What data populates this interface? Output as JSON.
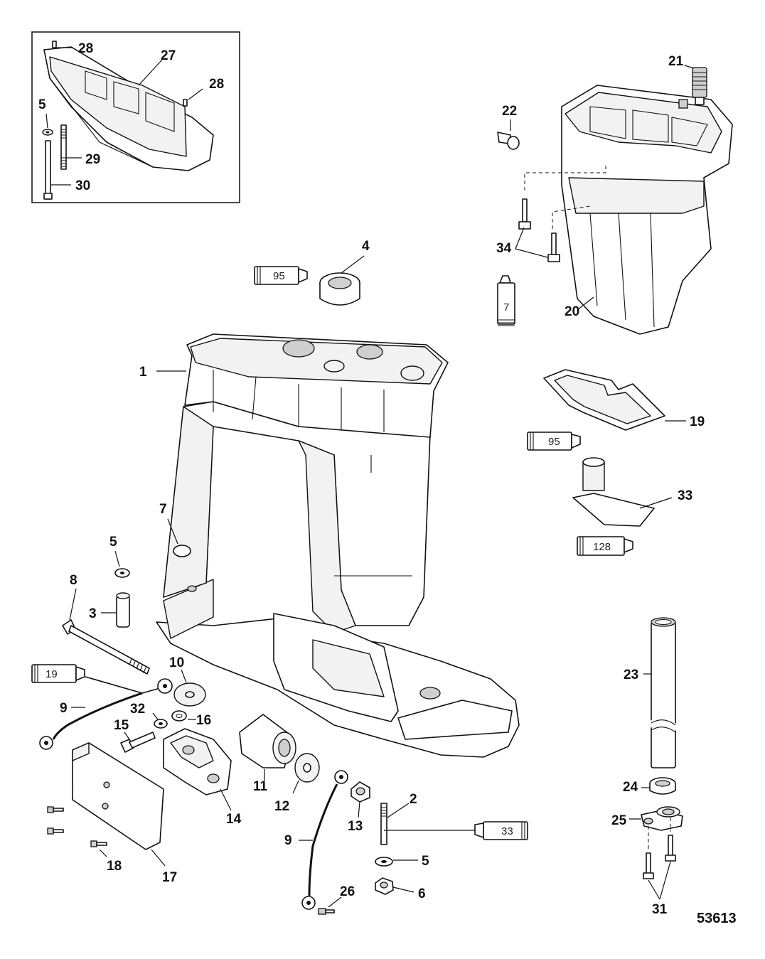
{
  "diagram": {
    "drawing_number": "53613",
    "part_labels": {
      "l1": "1",
      "l2": "2",
      "l3": "3",
      "l4": "4",
      "l5a": "5",
      "l5b": "5",
      "l5c": "5",
      "l6": "6",
      "l7": "7",
      "l8": "8",
      "l9a": "9",
      "l9b": "9",
      "l10": "10",
      "l11": "11",
      "l12": "12",
      "l13": "13",
      "l14": "14",
      "l15": "15",
      "l16": "16",
      "l17": "17",
      "l18": "18",
      "l19": "19",
      "l20": "20",
      "l21": "21",
      "l22": "22",
      "l23": "23",
      "l24": "24",
      "l25": "25",
      "l26": "26",
      "l27": "27",
      "l28a": "28",
      "l28b": "28",
      "l29": "29",
      "l30": "30",
      "l31": "31",
      "l32": "32",
      "l33": "33",
      "l34": "34"
    },
    "tubes": {
      "t95a": "95",
      "t7": "7",
      "t95b": "95",
      "t128": "128",
      "t19": "19",
      "t33": "33"
    }
  }
}
